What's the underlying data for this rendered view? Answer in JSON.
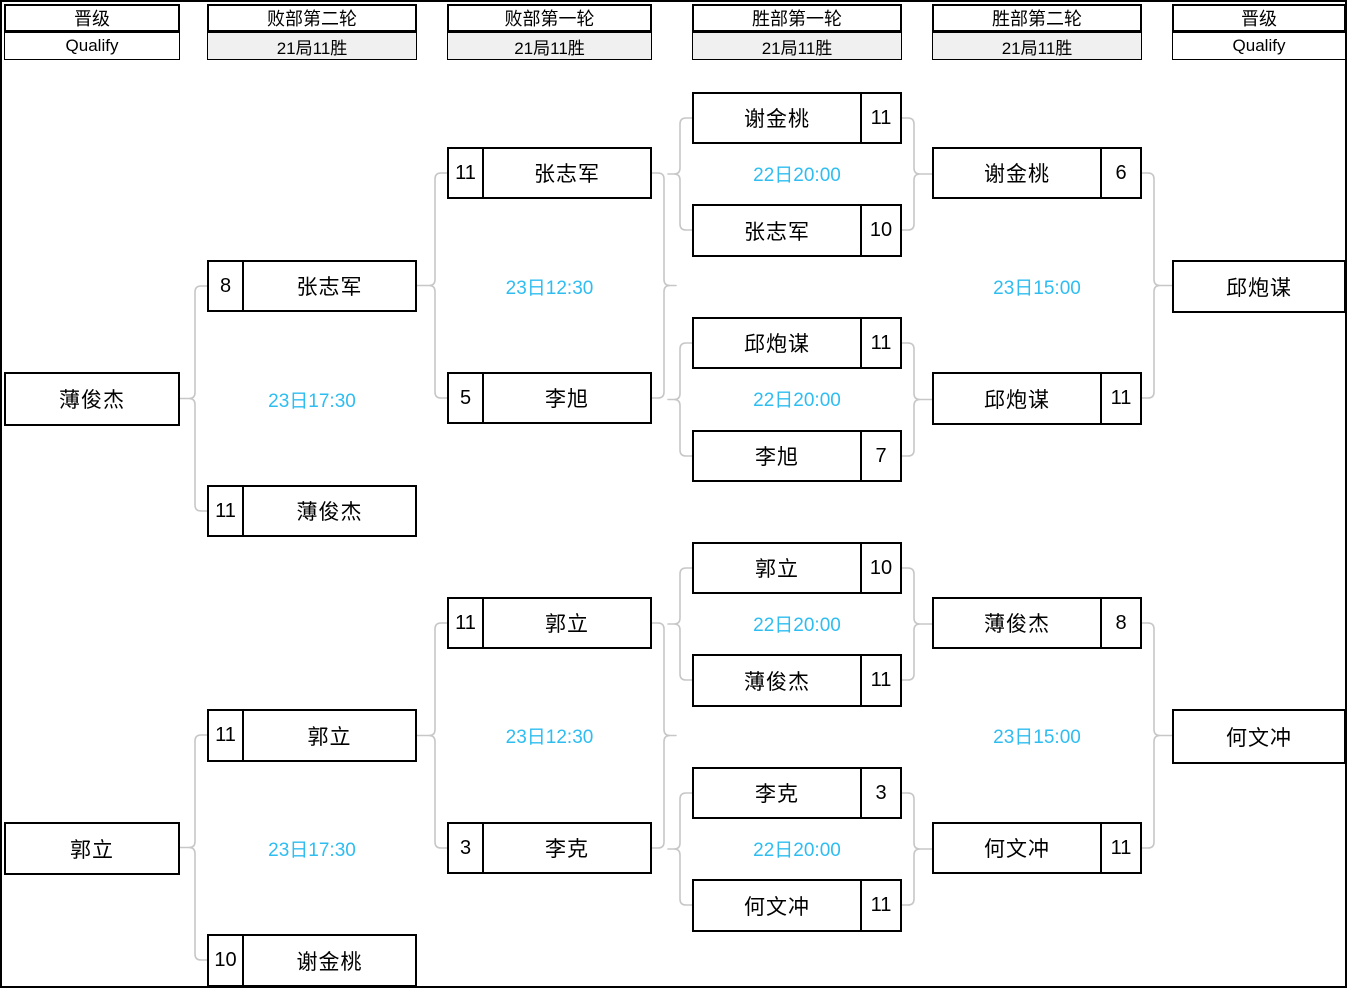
{
  "headers": [
    {
      "title": "晋级",
      "subtitle": "Qualify"
    },
    {
      "title": "败部第二轮",
      "subtitle": "21局11胜"
    },
    {
      "title": "败部第一轮",
      "subtitle": "21局11胜"
    },
    {
      "title": "胜部第一轮",
      "subtitle": "21局11胜"
    },
    {
      "title": "胜部第二轮",
      "subtitle": "21局11胜"
    },
    {
      "title": "晋级",
      "subtitle": "Qualify"
    }
  ],
  "matches": [
    {
      "round": "胜部第一轮",
      "p1": "谢金桃",
      "s1": "11",
      "p2": "张志军",
      "s2": "10",
      "time": "22日20:00"
    },
    {
      "round": "胜部第一轮",
      "p1": "邱炮谋",
      "s1": "11",
      "p2": "李旭",
      "s2": "7",
      "time": "22日20:00"
    },
    {
      "round": "胜部第一轮",
      "p1": "郭立",
      "s1": "10",
      "p2": "薄俊杰",
      "s2": "11",
      "time": "22日20:00"
    },
    {
      "round": "胜部第一轮",
      "p1": "李克",
      "s1": "3",
      "p2": "何文冲",
      "s2": "11",
      "time": "22日20:00"
    },
    {
      "round": "胜部第二轮",
      "p1": "谢金桃",
      "s1": "6",
      "p2": "邱炮谋",
      "s2": "11",
      "time": "23日15:00"
    },
    {
      "round": "胜部第二轮",
      "p1": "薄俊杰",
      "s1": "8",
      "p2": "何文冲",
      "s2": "11",
      "time": "23日15:00"
    },
    {
      "round": "败部第一轮",
      "p1": "张志军",
      "s1": "11",
      "p2": "李旭",
      "s2": "5",
      "time": "23日12:30"
    },
    {
      "round": "败部第一轮",
      "p1": "郭立",
      "s1": "11",
      "p2": "李克",
      "s2": "3",
      "time": "23日12:30"
    },
    {
      "round": "败部第二轮",
      "p1": "张志军",
      "s1": "8",
      "p2": "薄俊杰",
      "s2": "11",
      "time": "23日17:30"
    },
    {
      "round": "败部第二轮",
      "p1": "郭立",
      "s1": "11",
      "p2": "谢金桃",
      "s2": "10",
      "time": "23日17:30"
    }
  ],
  "qualifiers": [
    {
      "side": "left",
      "name": "薄俊杰"
    },
    {
      "side": "left",
      "name": "郭立"
    },
    {
      "side": "right",
      "name": "邱炮谋"
    },
    {
      "side": "right",
      "name": "何文冲"
    }
  ],
  "colors": {
    "time_text": "#2ebdf1",
    "connector": "#c7c7c7",
    "header_fill": "#f0f0f0"
  }
}
